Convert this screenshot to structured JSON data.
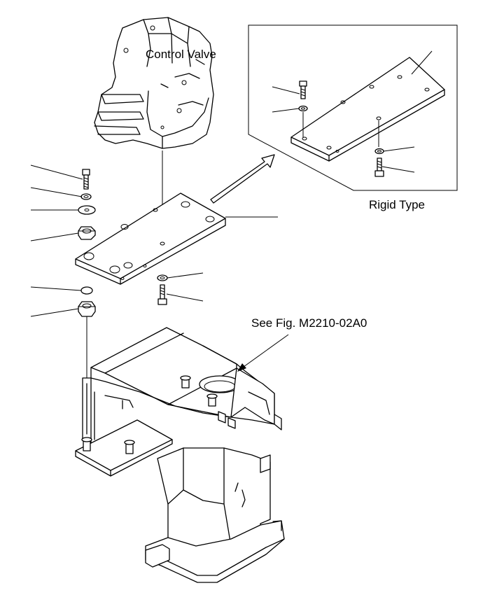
{
  "labels": {
    "control_valve": "Control Valve",
    "rigid_type": "Rigid Type",
    "see_fig": "See Fig. M2210-02A0"
  },
  "colors": {
    "ink": "#000000",
    "paper": "#ffffff"
  }
}
